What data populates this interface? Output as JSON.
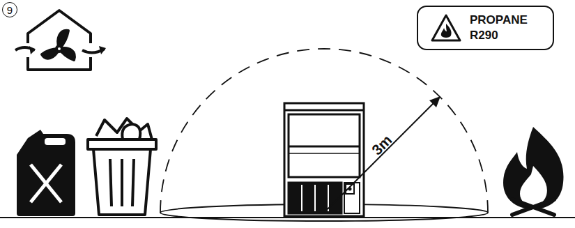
{
  "diagram": {
    "nodes": [
      {
        "text": [
          "9"
        ]
      },
      {
        "text": [
          "PROPANE R290"
        ]
      }
    ],
    "labels": [
      "3m"
    ]
  }
}
